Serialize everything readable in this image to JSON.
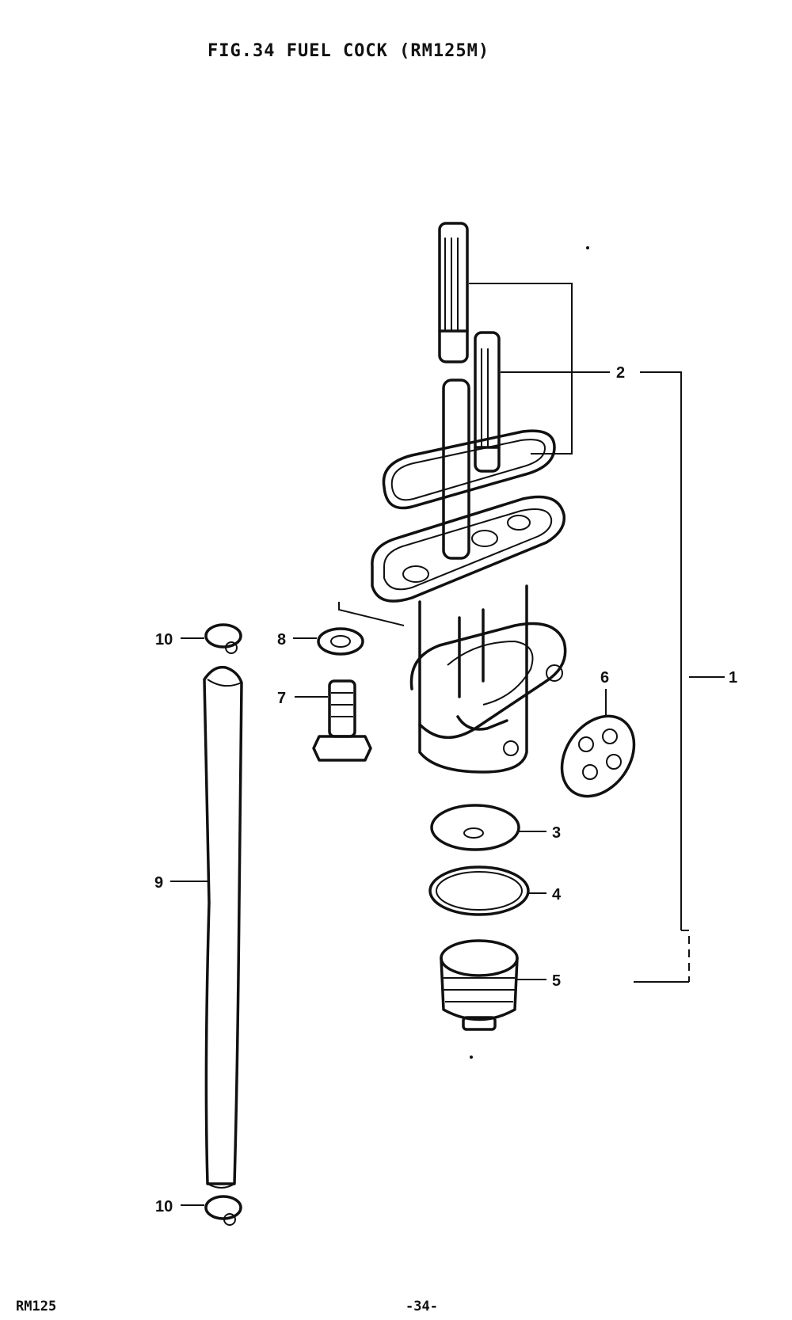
{
  "title": "FIG.34  FUEL COCK (RM125M)",
  "footer": {
    "model": "RM125",
    "page": "-34-"
  },
  "callouts": [
    "1",
    "2",
    "3",
    "4",
    "5",
    "6",
    "7",
    "8",
    "9",
    "10",
    "10"
  ]
}
